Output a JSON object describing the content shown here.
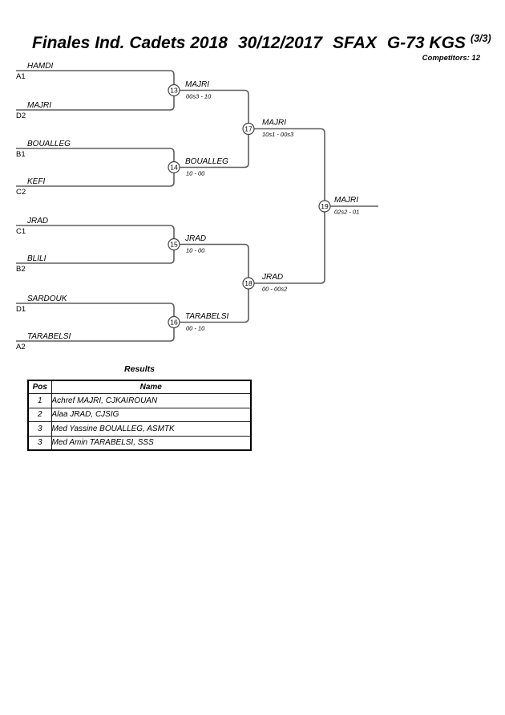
{
  "header": {
    "title_event": "Finales Ind. Cadets 2018",
    "title_date": "30/12/2017",
    "title_city": "SFAX",
    "title_category": "G-73 KGS",
    "title_page": "(3/3)",
    "competitors_label": "Competitors: 12"
  },
  "bracket": {
    "round1": [
      {
        "match_no": "13",
        "top_name": "HAMDI",
        "top_seed": "A1",
        "bottom_name": "MAJRI",
        "bottom_seed": "D2",
        "winner": "MAJRI",
        "score": "00s3 - 10"
      },
      {
        "match_no": "14",
        "top_name": "BOUALLEG",
        "top_seed": "B1",
        "bottom_name": "KEFI",
        "bottom_seed": "C2",
        "winner": "BOUALLEG",
        "score": "10 - 00"
      },
      {
        "match_no": "15",
        "top_name": "JRAD",
        "top_seed": "C1",
        "bottom_name": "BLILI",
        "bottom_seed": "B2",
        "winner": "JRAD",
        "score": "10 - 00"
      },
      {
        "match_no": "16",
        "top_name": "SARDOUK",
        "top_seed": "D1",
        "bottom_name": "TARABELSI",
        "bottom_seed": "A2",
        "winner": "TARABELSI",
        "score": "00 - 10"
      }
    ],
    "round2": [
      {
        "match_no": "17",
        "winner": "MAJRI",
        "score": "10s1 - 00s3"
      },
      {
        "match_no": "18",
        "winner": "JRAD",
        "score": "00 - 00s2"
      }
    ],
    "final": {
      "match_no": "19",
      "winner": "MAJRI",
      "score": "02s2 - 01"
    }
  },
  "results": {
    "title": "Results",
    "columns": [
      "Pos",
      "Name"
    ],
    "rows": [
      {
        "pos": "1",
        "name": "Achref MAJRI, CJKAIROUAN"
      },
      {
        "pos": "2",
        "name": "Alaa JRAD, CJSIG"
      },
      {
        "pos": "3",
        "name": "Med Yassine BOUALLEG, ASMTK"
      },
      {
        "pos": "3",
        "name": "Med Amin TARABELSI, SSS"
      }
    ]
  }
}
